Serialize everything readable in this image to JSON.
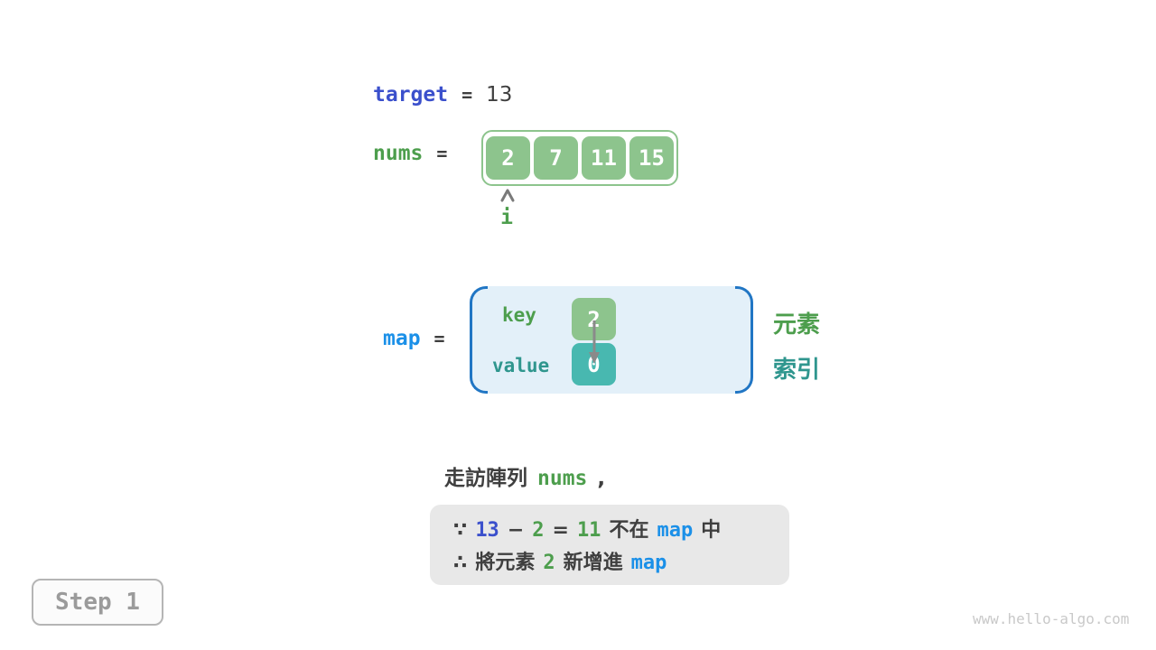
{
  "colors": {
    "indigo": "#3b50cc",
    "bright_blue": "#1b90e8",
    "bracket_blue": "#2176c4",
    "green_text": "#4d9e4d",
    "green_fill": "#8dc48d",
    "teal_text": "#2f968e",
    "teal_fill": "#48b8b0",
    "dark_text": "#3f3f3f",
    "map_fill": "#e3f0f9",
    "note_bg": "#e8e8e8"
  },
  "target_row": {
    "label": "target",
    "equals": "=",
    "value": "13"
  },
  "nums_row": {
    "label": "nums",
    "equals": "=",
    "cells": [
      "2",
      "7",
      "11",
      "15"
    ],
    "pointer_label": "i"
  },
  "map_row": {
    "label": "map",
    "equals": "=",
    "key_label": "key",
    "key_cell": "2",
    "value_label": "value",
    "value_cell": "0",
    "element_label": "元素",
    "index_label": "索引"
  },
  "caption": {
    "prefix": "走訪陣列",
    "code": "nums",
    "suffix": ","
  },
  "note": {
    "line1": {
      "because": "∵",
      "n13": "13",
      "minus": "−",
      "n2": "2",
      "equals": "=",
      "n11": "11",
      "not_in": "不在",
      "map": "map",
      "zhong": "中"
    },
    "line2": {
      "therefore": "∴",
      "prefix": "將元素",
      "n2": "2",
      "middle": "新增進",
      "map": "map"
    }
  },
  "step_badge": {
    "label": "Step 1"
  },
  "watermark": "www.hello-algo.com",
  "icons": {
    "pointer": "up-arrow-icon",
    "map_link": "down-arrow-icon"
  }
}
